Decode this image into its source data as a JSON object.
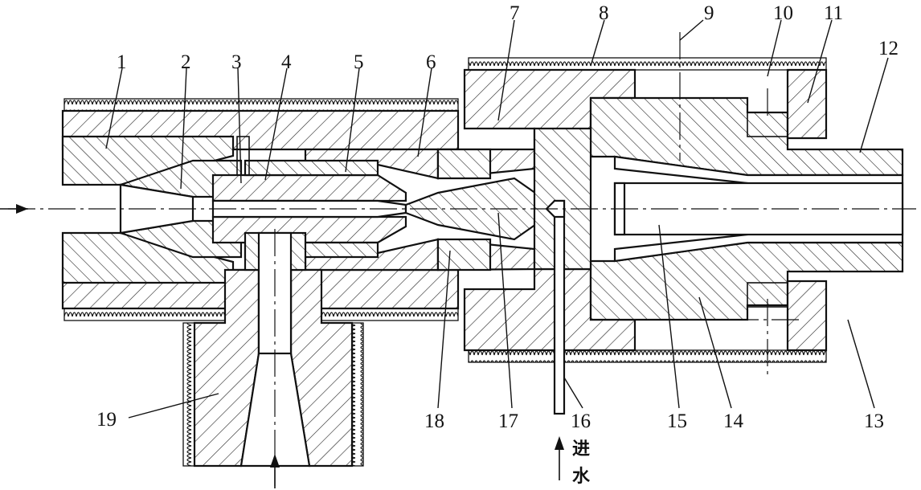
{
  "part_labels": [
    "1",
    "2",
    "3",
    "4",
    "5",
    "6",
    "7",
    "8",
    "9",
    "10",
    "11",
    "12",
    "13",
    "14",
    "15",
    "16",
    "17",
    "18",
    "19"
  ],
  "water_inlet": {
    "char1": "进",
    "char2": "水"
  }
}
